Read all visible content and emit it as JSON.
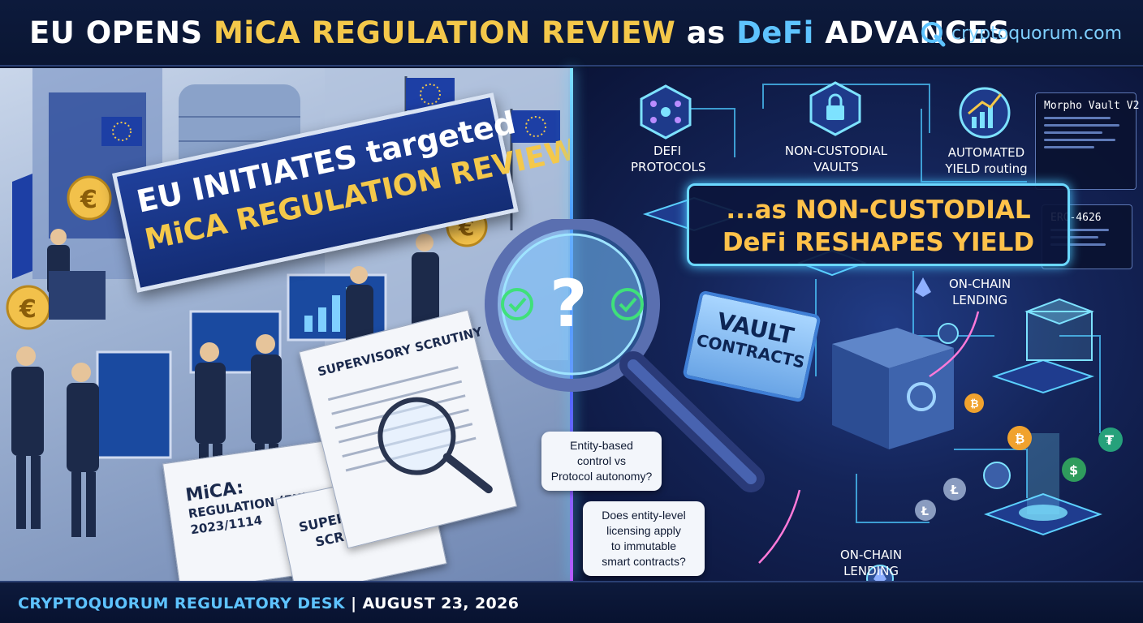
{
  "header": {
    "headline_part1": "EU OPENS ",
    "headline_part2": "MiCA REGULATION REVIEW",
    "headline_part3": " as ",
    "headline_part4": "DeFi",
    "headline_part5": " ADVANCES",
    "brand_name": "cryptoquorum.com",
    "brand_icon": "q-logo-icon"
  },
  "left_panel": {
    "banner_line1": "EU INITIATES targeted",
    "banner_line2": "MiCA REGULATION REVIEW",
    "doc1_line1": "MiCA:",
    "doc1_line2": "REGULATION (EU)",
    "doc1_line3": "2023/1114",
    "doc1_footer_line1": "SUPERVISORY",
    "doc1_footer_line2": "SCRUTINY",
    "doc2_heading": "SUPERVISORY SCRUTINY",
    "icons": [
      "euro-coin-icon",
      "eu-flag-icon",
      "magnifier-icon",
      "bar-chart-icon"
    ]
  },
  "center": {
    "magnifier_icon": "question-magnifier-icon",
    "bubble1_line1": "Entity-based",
    "bubble1_line2": "control vs",
    "bubble1_line3": "Protocol autonomy?",
    "bubble2_line1": "Does entity-level",
    "bubble2_line2": "licensing apply",
    "bubble2_line3": "to immutable",
    "bubble2_line4": "smart contracts?"
  },
  "right_panel": {
    "node1_line1": "DEFI",
    "node1_line2": "PROTOCOLS",
    "node2_line1": "NON-CUSTODIAL",
    "node2_line2": "VAULTS",
    "node3_line1": "AUTOMATED",
    "node3_line2": "YIELD routing",
    "callout_line1": "...as NON-CUSTODIAL",
    "callout_line2": "DeFi RESHAPES YIELD",
    "vault_line1": "VAULT",
    "vault_line2": "CONTRACTS",
    "lending_top_line1": "ON-CHAIN",
    "lending_top_line2": "LENDING",
    "lending_bottom_line1": "ON-CHAIN",
    "lending_bottom_line2": "LENDING",
    "card1_title": "Morpho Vault V2",
    "card2_title": "ERC-4626",
    "icons": [
      "network-icon",
      "lock-vault-icon",
      "growth-chart-icon",
      "ethereum-icon",
      "bitcoin-icon",
      "litecoin-icon",
      "tether-icon",
      "dollar-icon",
      "safe-icon"
    ]
  },
  "footer": {
    "desk": "CRYPTOQUORUM REGULATORY DESK",
    "separator": " | ",
    "date": "AUGUST 23, 2026"
  },
  "colors": {
    "accent_yellow": "#f4c84a",
    "accent_cyan": "#5ec3ff",
    "navy": "#0b1530",
    "callout_gold": "#ffc24a"
  }
}
